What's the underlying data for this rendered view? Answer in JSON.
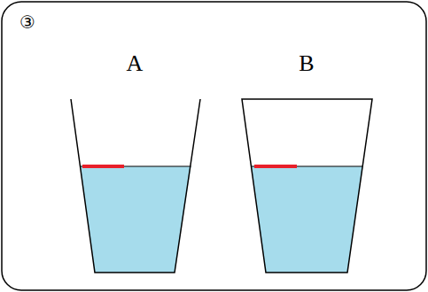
{
  "diagram": {
    "labels": [
      "③",
      "A",
      "B"
    ]
  }
}
